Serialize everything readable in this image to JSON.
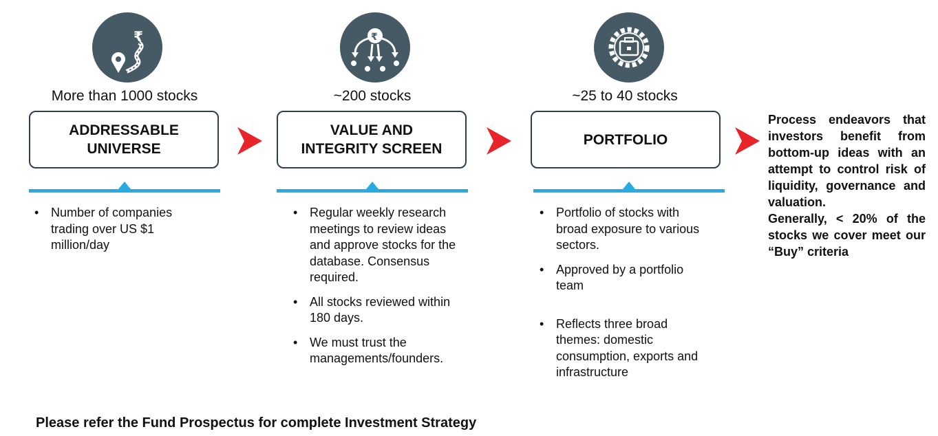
{
  "stages": [
    {
      "count": "More than 1000 stocks",
      "title_line1": "ADDRESSABLE",
      "title_line2": "UNIVERSE",
      "icon": "road-map-pin-rupee-icon",
      "bullets": [
        "Number of companies trading over US $1 million/day"
      ]
    },
    {
      "count": "~200 stocks",
      "title_line1": "VALUE AND",
      "title_line2": "INTEGRITY SCREEN",
      "icon": "rupee-distribution-icon",
      "bullets": [
        "Regular weekly research meetings to review ideas and approve stocks for the database. Consensus required.",
        "All stocks reviewed within 180 days.",
        "We must trust the managements/founders."
      ]
    },
    {
      "count": "~25 to 40 stocks",
      "title_line1": "PORTFOLIO",
      "title_line2": "",
      "icon": "briefcase-gear-icon",
      "bullets": [
        "Portfolio of stocks with broad exposure to various sectors.",
        "Approved by a portfolio team",
        "Reflects three broad themes: domestic consumption, exports and infrastructure"
      ]
    }
  ],
  "summary": {
    "para1": "Process endeavors that investors benefit from bottom-up ideas with an attempt to control risk of liquidity, governance and valuation.",
    "para2": "Generally, < 20% of the stocks we cover meet our “Buy” criteria"
  },
  "footer": "Please refer the Fund Prospectus for complete Investment Strategy",
  "colors": {
    "icon_bg": "#455a64",
    "box_border": "#2c3e50",
    "bar": "#29abe2",
    "arrow": "#e8232a"
  }
}
